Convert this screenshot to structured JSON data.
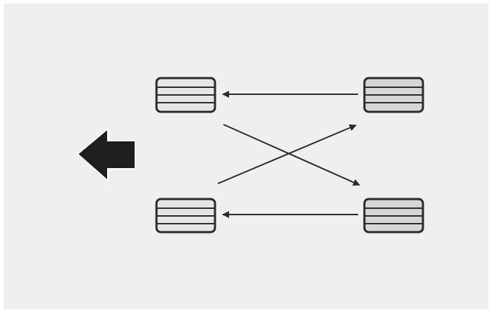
{
  "diagram": {
    "colors": {
      "background": "#efefef",
      "line": "#2a2a2a",
      "tire_fill_light": "#e6e6e6",
      "tire_fill_dark": "#d6d6d6",
      "big_arrow": "#1e1e1e"
    },
    "tires": [
      {
        "id": "front-left",
        "shade": "light"
      },
      {
        "id": "front-right",
        "shade": "dark"
      },
      {
        "id": "rear-left",
        "shade": "light"
      },
      {
        "id": "rear-right",
        "shade": "dark"
      }
    ],
    "arrows": [
      {
        "from": "front-right",
        "to": "front-left"
      },
      {
        "from": "rear-right",
        "to": "rear-left"
      },
      {
        "from": "front-left",
        "to": "rear-right"
      },
      {
        "from": "rear-left",
        "to": "front-right"
      }
    ],
    "direction_indicator": {
      "icon": "left-arrow-icon",
      "meaning": "vehicle-front"
    }
  }
}
